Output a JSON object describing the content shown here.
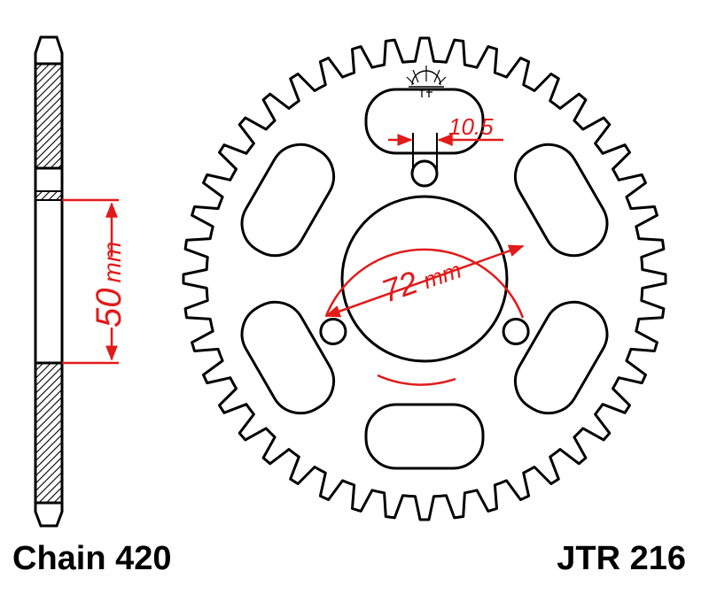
{
  "labels": {
    "chain": "Chain 420",
    "part_number": "JTR 216",
    "bolt_circle": "72 mm",
    "bolt_circle_value": "72",
    "bolt_circle_unit": "mm",
    "hub_width_value": "50",
    "hub_width_unit": "mm",
    "hole_diameter": "10.5"
  },
  "sprocket": {
    "teeth": 44,
    "lightening_holes": 6,
    "bolt_holes": 3
  },
  "colors": {
    "outline": "#000000",
    "dimension": "#e21a1a",
    "hatch": "#000000",
    "background": "#ffffff"
  },
  "icons": {
    "logo": "jt-sun-logo-icon"
  }
}
